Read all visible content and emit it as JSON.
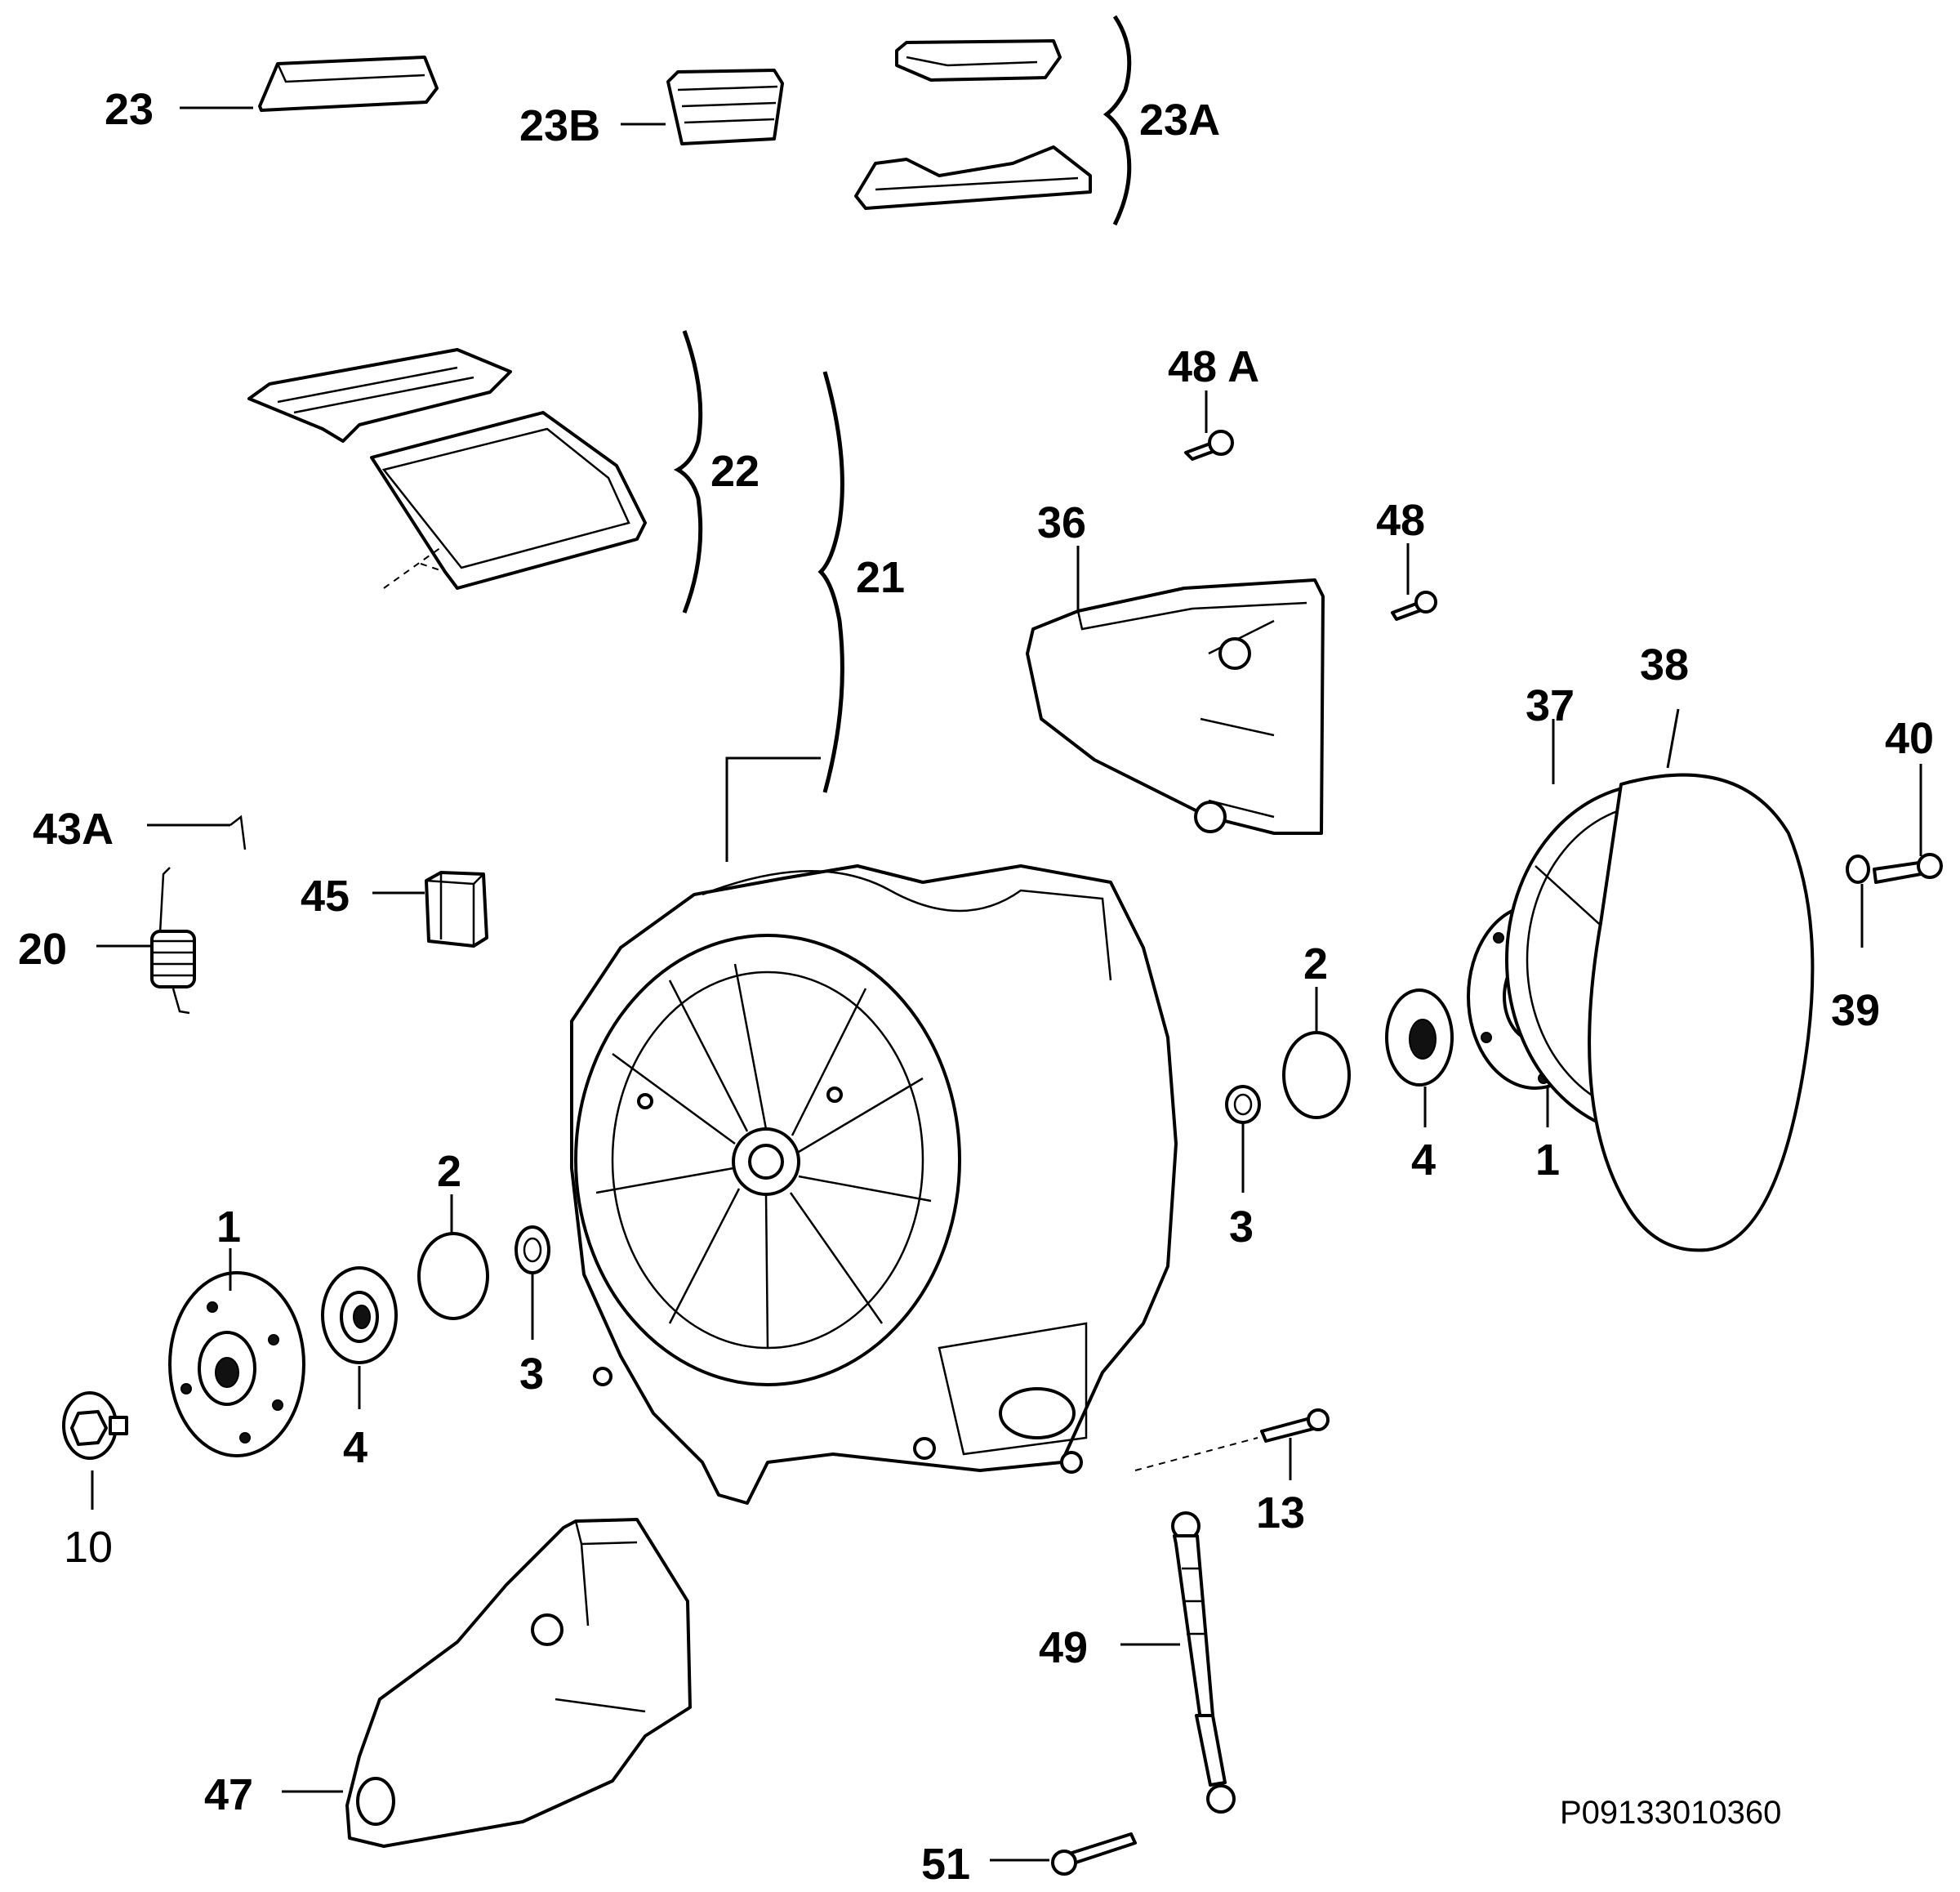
{
  "labels": {
    "l23": "23",
    "l23b": "23B",
    "l23a": "23A",
    "l22": "22",
    "l21": "21",
    "l48a": "48 A",
    "l48": "48",
    "l36": "36",
    "l37": "37",
    "l38": "38",
    "l40": "40",
    "l39": "39",
    "l43a": "43A",
    "l20": "20",
    "l45": "45",
    "l2_right": "2",
    "l4_right": "4",
    "l1_right": "1",
    "l3_right": "3",
    "l2_left": "2",
    "l1_left": "1",
    "l3_left": "3",
    "l4_left": "4",
    "l10": "10",
    "l13": "13",
    "l49": "49",
    "l47": "47",
    "l51": "51"
  },
  "diagram_code": "P09133010360"
}
